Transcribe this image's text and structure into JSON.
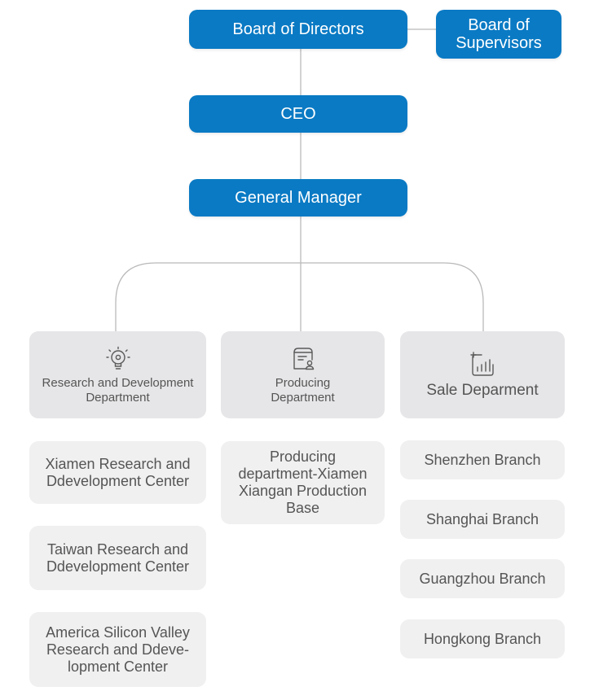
{
  "top": {
    "board_of_directors": "Board of Directors",
    "board_of_supervisors": "Board of Supervisors",
    "ceo": "CEO",
    "general_manager": "General Manager"
  },
  "departments": [
    {
      "label": "Research and Development Department",
      "icon": "lightbulb-icon",
      "children": [
        "Xiamen Research and Ddevelopment Center",
        "Taiwan Research and Ddevelopment Center",
        "America Silicon Valley Research and Ddeve-lopment Center"
      ]
    },
    {
      "label": "Producing Department",
      "icon": "production-icon",
      "children": [
        "Producing department-Xiamen Xiangan Production Base"
      ]
    },
    {
      "label": "Sale Deparment",
      "icon": "sales-chart-icon",
      "children": [
        "Shenzhen Branch",
        "Shanghai Branch",
        "Guangzhou Branch",
        "Hongkong Branch"
      ]
    }
  ],
  "colors": {
    "primary_blue": "#0a7ac4",
    "department_gray": "#e6e6e8",
    "sub_gray": "#f0f0f1",
    "text_gray": "#555555",
    "line_gray": "#b5b5b5"
  }
}
